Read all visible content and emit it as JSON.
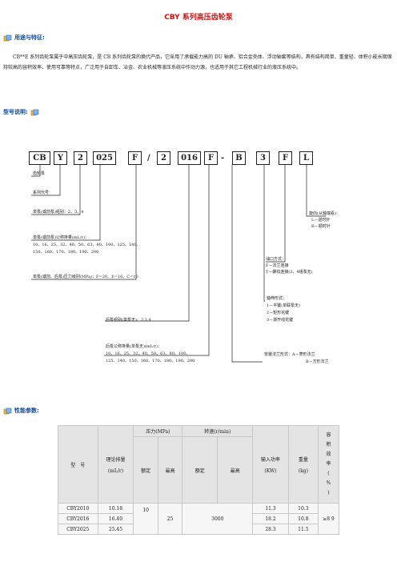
{
  "title": "CBY 系列高压齿轮泵",
  "sections": {
    "usage": "用途与特征:",
    "model": "型号说明:",
    "performance": "性能参数:"
  },
  "intro": "CB**E 系列齿轮泵属于中高压齿轮泵，是 CB 系列齿轮泵的换代产品，它采用了承载能力高的 DU 轴承、铝合金壳体、浮动轴套等结构，具有结构简单、重量轻、体积小能长期保持较高的容积效率、使用可靠等特点，广泛用于自卸车、冶金、农业机械等液压系统中作动力源，也适用于其它工程机械行业的液压系统中。",
  "model_code": [
    "CB",
    "Y",
    "2",
    "025",
    "F",
    "/",
    "2",
    "016",
    "F",
    "-",
    "B",
    "3",
    "F",
    "L"
  ],
  "diagram_labels": {
    "pump": "齿轮泵",
    "series": "系列代号",
    "single_double": "单泵(或前泵)组别：2、3、4",
    "disp_title": "单泵(或前泵)公称排量(mL/r)：",
    "disp_line1": "10、16、25、32、40、50、63、80、100、125、140、",
    "disp_line2": "150、160、170、180、190、200",
    "pressure": "单泵(或前、后泵)压力级别(MPa)：F=20、E=16、C=10",
    "rear_group": "后泵组别(单泵无)：2,3,4",
    "rear_disp_title": "后泵公称排量(单泵无)(mL/r)：",
    "rear_disp_line1": "10、16、25、32、40、50、63、80、100、",
    "rear_disp_line2": "125、140、150、160、170、180、190、200",
    "rotation_title": "旋向(从轴端看)：",
    "rotation_l": "L－逆时针",
    "rotation_r": "R－顺时针",
    "port_title": "油口方式：",
    "port_f": "F－法兰连接",
    "port_t": "T－螺纹连接(3、4组泵无)",
    "shaft_title": "轴伸形式：",
    "shaft_1": "1－平键(单联泵无)",
    "shaft_2": "2－矩形花键",
    "shaft_3": "3－渐开线花键",
    "mount_a": "安装法兰形式：A－菱形法兰",
    "mount_b": "B－方形法兰"
  },
  "table": {
    "model_header": "型　号",
    "disp_header": "理论排量",
    "disp_unit": "(mL/r)",
    "pressure_header": "压力(MPa)",
    "speed_header": "转速(r/min)",
    "rated": "额定",
    "max": "最高",
    "power_header": "输入功率",
    "power_unit": "(KW)",
    "weight_header": "重量",
    "weight_unit": "(kg)",
    "eff_header": [
      "容",
      "积",
      "效",
      "率",
      "(",
      "%",
      ")"
    ],
    "pressure_rated": "10",
    "pressure_max": "25",
    "speed_max": "3000",
    "efficiency": "≥8 9",
    "rows": [
      {
        "model": "CBY2010",
        "disp": "10.18",
        "power": "11.3",
        "weight": "10.3"
      },
      {
        "model": "CBY2016",
        "disp": "16.40",
        "power": "18.2",
        "weight": "10.8"
      },
      {
        "model": "CBY2025",
        "disp": "25.45",
        "power": "28.3",
        "weight": "11.5"
      }
    ]
  }
}
